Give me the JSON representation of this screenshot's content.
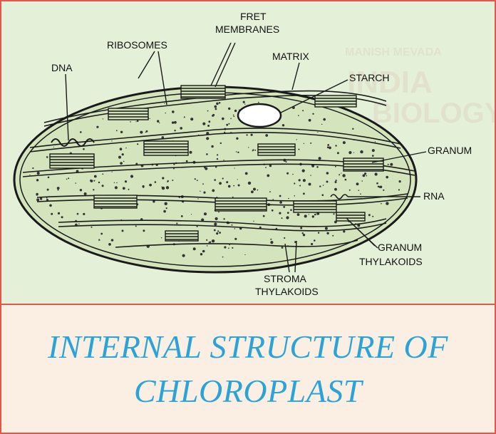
{
  "watermark": {
    "line1": "MANISH MEVADA",
    "line2": "INDIA",
    "line3": "BIOLOGY"
  },
  "labels": {
    "fret_1": "FRET",
    "fret_2": "MEMBRANES",
    "ribosomes": "RIBOSOMES",
    "dna": "DNA",
    "matrix": "MATRIX",
    "starch": "STARCH",
    "granum": "GRANUM",
    "rna": "RNA",
    "granum_thylakoids_1": "GRANUM",
    "granum_thylakoids_2": "THYLAKOIDS",
    "stroma_thylakoids_1": "STROMA",
    "stroma_thylakoids_2": "THYLAKOIDS"
  },
  "caption": {
    "line1": "INTERNAL STRUCTURE OF",
    "line2": "CHLOROPLAST"
  },
  "colors": {
    "border": "#e2574c",
    "diagram_bg": "#e5f0d8",
    "caption": "#2aa3d6",
    "bottom_bg": "#fbeee2"
  }
}
